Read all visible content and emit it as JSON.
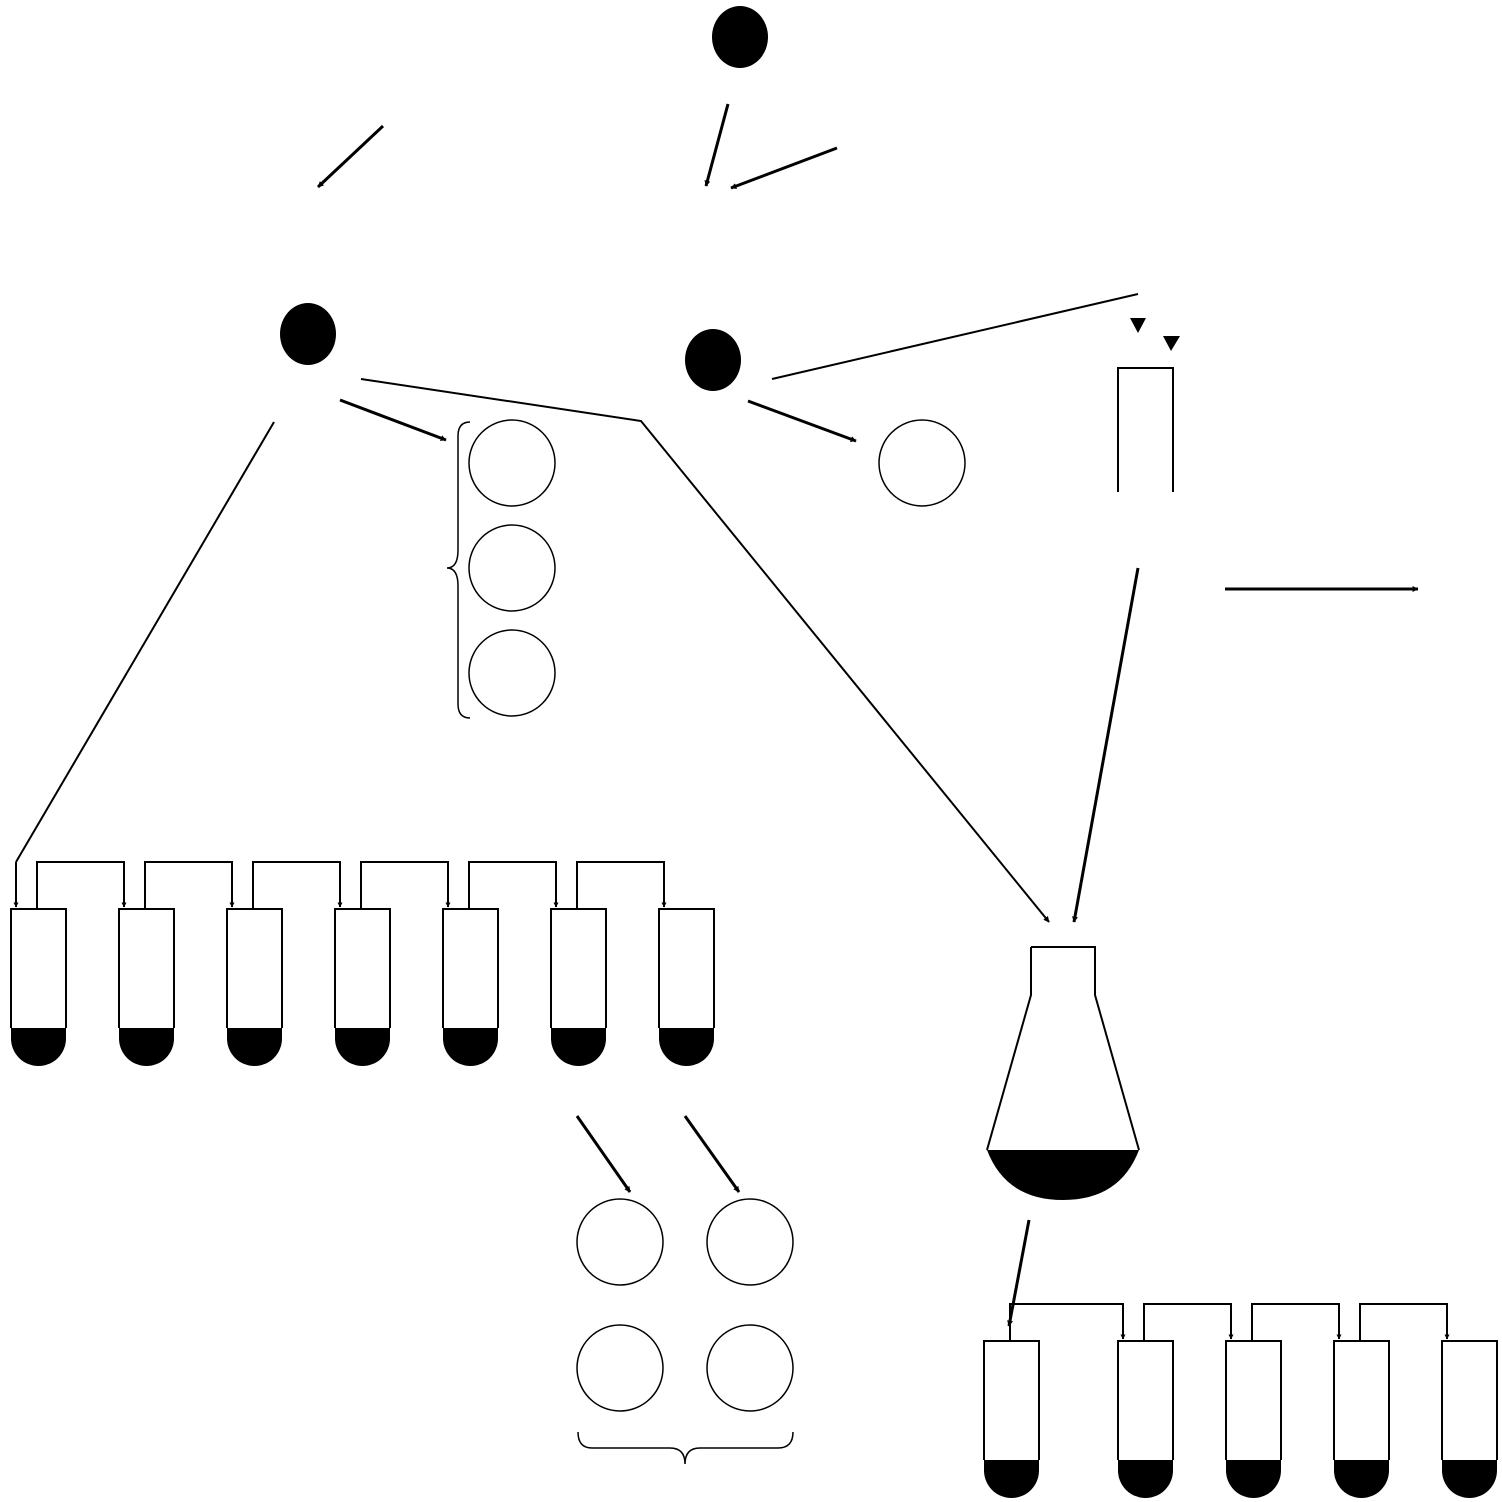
{
  "diagram": {
    "labels": [],
    "colors": {
      "ink": "#000000",
      "paper": "#ffffff"
    },
    "elements": {
      "colonies": [
        "filled-colony",
        "filled-colony",
        "filled-colony"
      ],
      "empty_plates": 8,
      "test_tubes": 12,
      "flasks": 1,
      "pipettes": 1,
      "braces": 2
    }
  }
}
